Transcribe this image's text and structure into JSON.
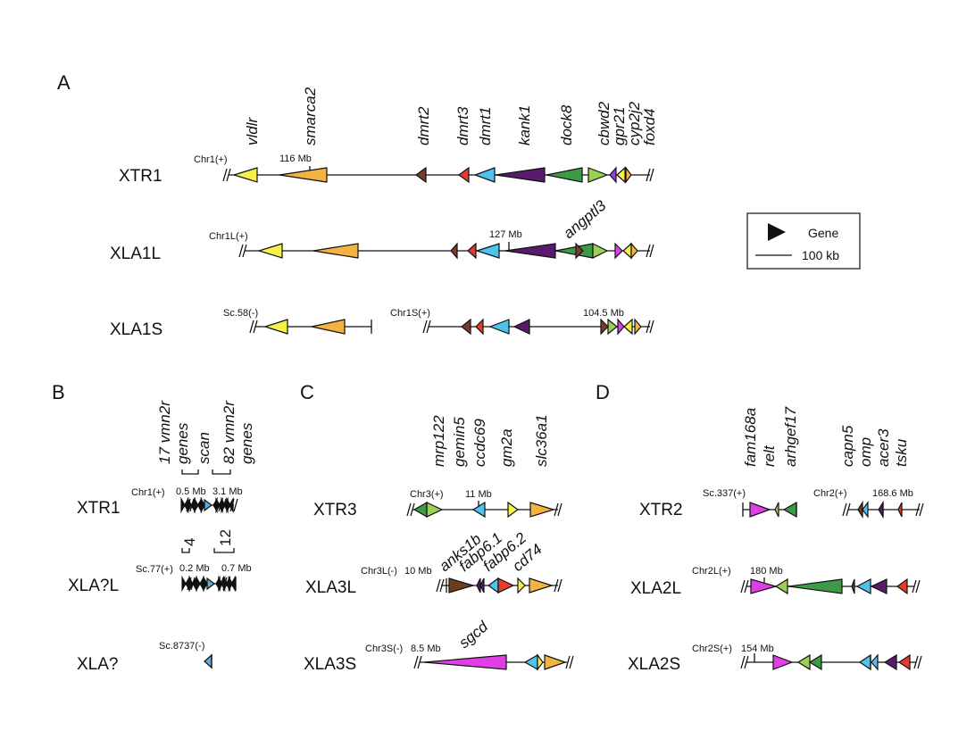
{
  "colors": {
    "yellow": "#f7ef4a",
    "orange": "#f2b340",
    "brown": "#7a3a2e",
    "red": "#e83a2a",
    "blue": "#4fc3ef",
    "purple": "#5a1a6e",
    "green": "#3d9a45",
    "lightgreen": "#9bcf55",
    "violet": "#9b3fd6",
    "magenta": "#e03ee6",
    "darkbrown": "#6b3f1e",
    "black": "#111111",
    "paleblue": "#5aaed8"
  },
  "legend": {
    "gene_label": "Gene",
    "scale_label": "100 kb"
  },
  "panels": [
    {
      "letter": "A",
      "gene_labels": [
        "vldlr",
        "smarca2",
        "dmrt2",
        "dmrt3",
        "dmrt1",
        "kank1",
        "dock8",
        "cbwd2",
        "gpr21",
        "cyp2j2",
        "foxd4"
      ],
      "extra_labels": [
        "angptl3"
      ],
      "rows": [
        {
          "species": "XTR1",
          "segments": [
            {
              "chrom": "Chr1(+)",
              "position": "116 Mb",
              "genes": [
                {
                  "name": "vldlr",
                  "dir": "-",
                  "color": "yellow"
                },
                {
                  "name": "smarca2",
                  "dir": "-",
                  "color": "orange"
                },
                {
                  "name": "dmrt2",
                  "dir": "-",
                  "color": "brown"
                },
                {
                  "name": "dmrt3",
                  "dir": "-",
                  "color": "red"
                },
                {
                  "name": "dmrt1",
                  "dir": "-",
                  "color": "blue"
                },
                {
                  "name": "kank1",
                  "dir": "-",
                  "color": "purple"
                },
                {
                  "name": "dock8",
                  "dir": "-",
                  "color": "green"
                },
                {
                  "name": "cbwd2",
                  "dir": "+",
                  "color": "lightgreen"
                },
                {
                  "name": "gpr21",
                  "dir": "-",
                  "color": "violet"
                },
                {
                  "name": "cyp2j2",
                  "dir": "-",
                  "color": "yellow"
                },
                {
                  "name": "foxd4",
                  "dir": "+",
                  "color": "orange"
                }
              ]
            }
          ]
        },
        {
          "species": "XLA1L",
          "segments": [
            {
              "chrom": "Chr1L(+)",
              "position": "127 Mb",
              "genes": [
                {
                  "name": "vldlr",
                  "dir": "-",
                  "color": "yellow"
                },
                {
                  "name": "smarca2",
                  "dir": "-",
                  "color": "orange"
                },
                {
                  "name": "dmrt2",
                  "dir": "-",
                  "color": "brown"
                },
                {
                  "name": "dmrt3",
                  "dir": "-",
                  "color": "red"
                },
                {
                  "name": "dmrt1",
                  "dir": "-",
                  "color": "blue"
                },
                {
                  "name": "kank1",
                  "dir": "-",
                  "color": "purple"
                },
                {
                  "name": "dock8",
                  "dir": "-",
                  "color": "green"
                },
                {
                  "name": "angptl3",
                  "dir": "+",
                  "color": "brown"
                },
                {
                  "name": "cbwd2",
                  "dir": "+",
                  "color": "lightgreen"
                },
                {
                  "name": "gpr21",
                  "dir": "+",
                  "color": "magenta"
                },
                {
                  "name": "cyp2j2",
                  "dir": "-",
                  "color": "yellow"
                },
                {
                  "name": "foxd4",
                  "dir": "+",
                  "color": "orange"
                }
              ]
            }
          ]
        },
        {
          "species": "XLA1S",
          "segments": [
            {
              "chrom": "Sc.58(-)",
              "position": "",
              "genes": [
                {
                  "name": "vldlr",
                  "dir": "-",
                  "color": "yellow"
                },
                {
                  "name": "smarca2",
                  "dir": "-",
                  "color": "orange"
                }
              ]
            },
            {
              "chrom": "Chr1S(+)",
              "position": "104.5 Mb",
              "genes": [
                {
                  "name": "dmrt2",
                  "dir": "-",
                  "color": "brown"
                },
                {
                  "name": "dmrt3",
                  "dir": "-",
                  "color": "red"
                },
                {
                  "name": "dmrt1",
                  "dir": "-",
                  "color": "blue"
                },
                {
                  "name": "kank1",
                  "dir": "-",
                  "color": "purple"
                },
                {
                  "name": "angptl3",
                  "dir": "+",
                  "color": "brown"
                },
                {
                  "name": "cbwd2",
                  "dir": "+",
                  "color": "lightgreen"
                },
                {
                  "name": "gpr21",
                  "dir": "+",
                  "color": "magenta"
                },
                {
                  "name": "cyp2j2",
                  "dir": "-",
                  "color": "yellow"
                },
                {
                  "name": "foxd4",
                  "dir": "+",
                  "color": "orange"
                }
              ]
            }
          ]
        }
      ]
    },
    {
      "letter": "B",
      "gene_labels": [
        "17 vmn2r",
        "genes",
        "scan",
        "82 vmn2r",
        "genes"
      ],
      "bracket_counts": [
        "4",
        "12"
      ],
      "rows": [
        {
          "species": "XTR1",
          "chrom": "Chr1(+)",
          "positions": [
            "0.5 Mb",
            "3.1 Mb"
          ]
        },
        {
          "species": "XLA?L",
          "chrom": "Sc.77(+)",
          "positions": [
            "0.2 Mb",
            "0.7 Mb"
          ]
        },
        {
          "species": "XLA?",
          "chrom": "Sc.8737(-)",
          "positions": []
        }
      ]
    },
    {
      "letter": "C",
      "gene_labels": [
        "mrp122",
        "gemin5",
        "ccdc69",
        "gm2a",
        "slc36a1"
      ],
      "extra_labels": [
        "anks1b",
        "fabp6.1",
        "fabp6.2",
        "cd74",
        "sgcd"
      ],
      "rows": [
        {
          "species": "XTR3",
          "chrom": "Chr3(+)",
          "position": "11 Mb"
        },
        {
          "species": "XLA3L",
          "chrom": "Chr3L(-)",
          "position": "10 Mb"
        },
        {
          "species": "XLA3S",
          "chrom": "Chr3S(-)",
          "position": "8.5 Mb"
        }
      ]
    },
    {
      "letter": "D",
      "gene_labels": [
        "fam168a",
        "relt",
        "arhgef17",
        "capn5",
        "omp",
        "acer3",
        "tsku"
      ],
      "rows": [
        {
          "species": "XTR2",
          "chrom": "Sc.337(+)",
          "chrom2": "Chr2(+)",
          "position": "168.6 Mb"
        },
        {
          "species": "XLA2L",
          "chrom": "Chr2L(+)",
          "position": "180 Mb"
        },
        {
          "species": "XLA2S",
          "chrom": "Chr2S(+)",
          "position": "154 Mb"
        }
      ]
    }
  ]
}
